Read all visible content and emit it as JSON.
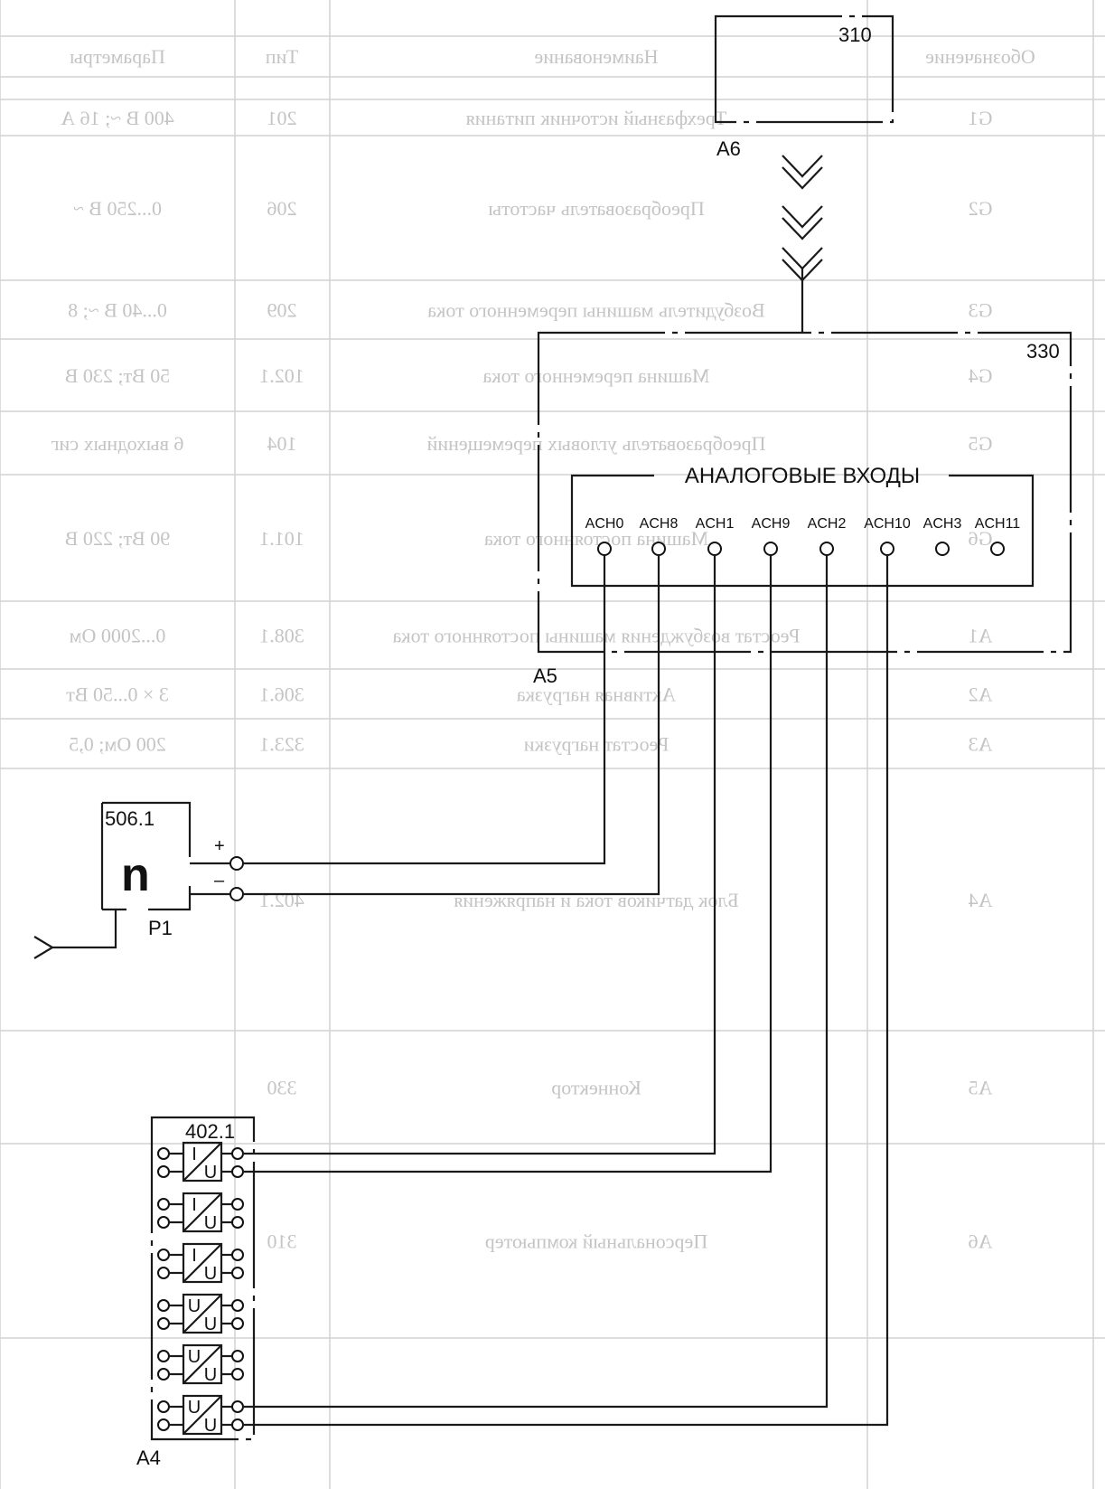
{
  "blocks": {
    "pc": {
      "code": "310",
      "ref": "A6"
    },
    "daq": {
      "code": "330",
      "ref": "A5",
      "group_title": "АНАЛОГОВЫЕ ВХОДЫ"
    },
    "meter": {
      "code": "506.1",
      "ref": "P1",
      "glyph": "n",
      "plus": "+",
      "minus": "–"
    },
    "sensors": {
      "code": "402.1",
      "ref": "A4"
    }
  },
  "channels": [
    "ACH0",
    "ACH8",
    "ACH1",
    "ACH9",
    "ACH2",
    "ACH10",
    "ACH3",
    "ACH11"
  ],
  "sensor_modules": [
    {
      "top": "I",
      "bottom": "U"
    },
    {
      "top": "I",
      "bottom": "U"
    },
    {
      "top": "I",
      "bottom": "U"
    },
    {
      "top": "U",
      "bottom": "U"
    },
    {
      "top": "U",
      "bottom": "U"
    },
    {
      "top": "U",
      "bottom": "U"
    }
  ],
  "background_table": {
    "headers": [
      "Обозначение",
      "Наименование",
      "Тип",
      "Параметры"
    ],
    "rows": [
      {
        "code": "G1",
        "name": "Трехфазный источник питания",
        "type": "201",
        "params": "400 В ~; 16 А"
      },
      {
        "code": "G2",
        "name": "Преобразователь частоты",
        "type": "206",
        "params": "0...250 В ~"
      },
      {
        "code": "G3",
        "name": "Возбудитель машины переменного тока",
        "type": "209",
        "params": "0...40 В ~; 8"
      },
      {
        "code": "G4",
        "name": "Машина переменного тока",
        "type": "102.1",
        "params": "50 Вт; 230 В"
      },
      {
        "code": "G5",
        "name": "Преобразователь угловых перемещений",
        "type": "104",
        "params": "6 выходных сиг"
      },
      {
        "code": "G6",
        "name": "Машина постоянного тока",
        "type": "101.1",
        "params": "90 Вт; 220 В"
      },
      {
        "code": "A1",
        "name": "Реостат возбуждения машины постоянного тока",
        "type": "308.1",
        "params": "0...2000 Ом"
      },
      {
        "code": "A2",
        "name": "Активная нагрузка",
        "type": "306.1",
        "params": "3 × 0...50 Вт"
      },
      {
        "code": "A3",
        "name": "Реостат нагрузки",
        "type": "323.1",
        "params": "200 Ом; 0,5"
      },
      {
        "code": "A4",
        "name": "Блок датчиков тока и напряжения",
        "type": "402.1",
        "params": ""
      },
      {
        "code": "A5",
        "name": "Коннектор",
        "type": "330",
        "params": ""
      },
      {
        "code": "A6",
        "name": "Персональный компьютер",
        "type": "310",
        "params": ""
      }
    ]
  }
}
